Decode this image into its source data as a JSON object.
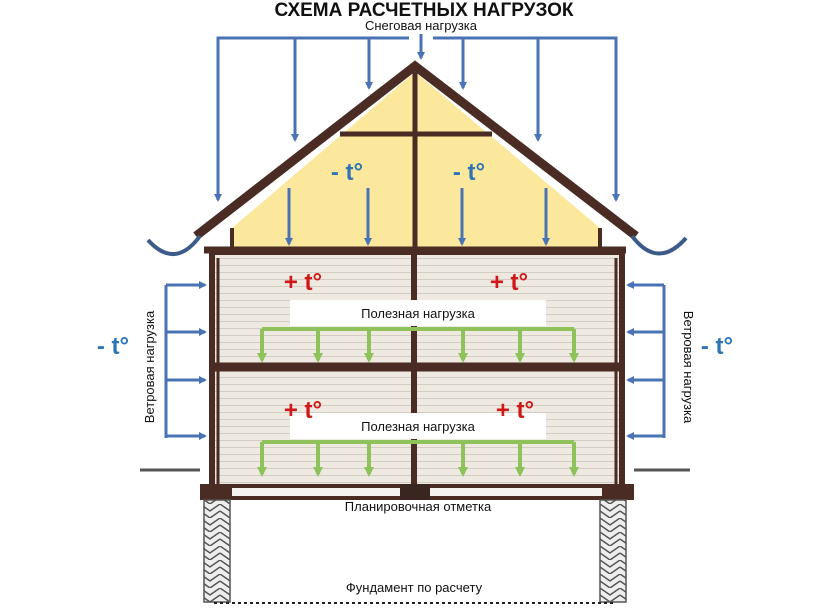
{
  "title": "СХЕМА РАСЧЕТНЫХ НАГРУЗОК",
  "snow_load": "Снеговая нагрузка",
  "attic_temp_left": "- t°",
  "attic_temp_right": "- t°",
  "outside_temp_left": "- t°",
  "outside_temp_right": "- t°",
  "floor2_temp_left": "+ t°",
  "floor2_temp_right": "+ t°",
  "floor1_temp_left": "+ t°",
  "floor1_temp_right": "+ t°",
  "useful_load_upper": "Полезная нагрузка",
  "useful_load_lower": "Полезная нагрузка",
  "wind_load_left": "Ветровая нагрузка",
  "wind_load_right": "Ветровая нагрузка",
  "grade_mark": "Планировочная отметка",
  "foundation": "Фундамент по расчету",
  "colors": {
    "snow_arrow": "#4a73b5",
    "wind_arrow": "#4a73b5",
    "load_arrow": "#8fc25a",
    "attic": "#fbe89c",
    "frame": "#4a2c24",
    "siding": "#ece7df",
    "negative_temp": "#2f74b5",
    "positive_temp": "#d01818"
  }
}
